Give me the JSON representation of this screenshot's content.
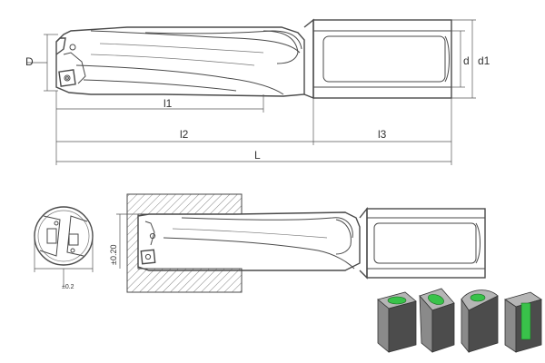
{
  "labels": {
    "D": "D",
    "d": "d",
    "d1": "d1",
    "l1": "l1",
    "l2": "l2",
    "l3": "l3",
    "L": "L",
    "tol_vertical": "±0.20",
    "tol_small": "±0.2"
  },
  "colors": {
    "line": "#4a4a4a",
    "hatch": "#888888",
    "block_light": "#b5b5b5",
    "block_mid": "#8a8a8a",
    "block_dark": "#4c4c4c",
    "green": "#39c24a"
  }
}
